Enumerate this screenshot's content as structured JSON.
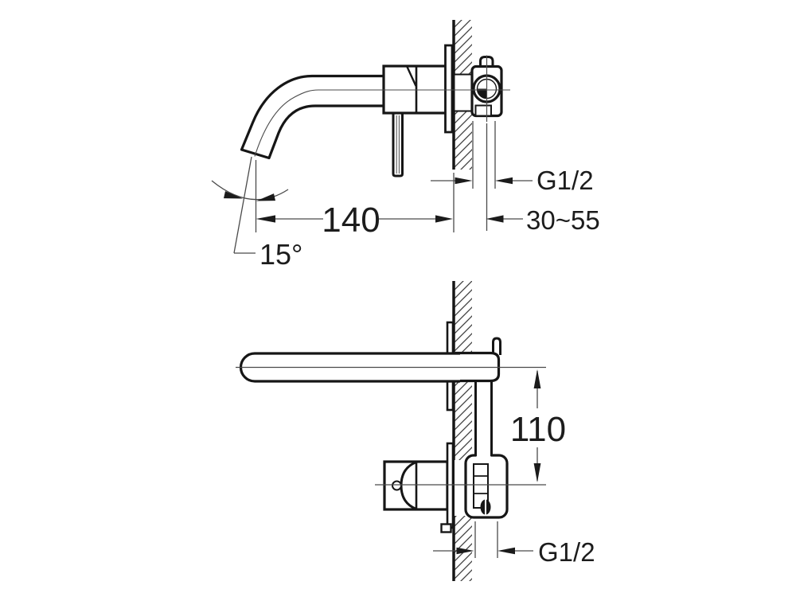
{
  "drawing": {
    "background_color": "#ffffff",
    "line_color": "#161616",
    "thin_line_color": "#4a4a4a",
    "top_view": {
      "spout_length": "140",
      "wall_depth_range": "30~55",
      "thread_size": "G1/2",
      "spout_angle": "15°"
    },
    "bottom_view": {
      "spout_to_valve_distance": "110",
      "thread_size": "G1/2"
    }
  }
}
